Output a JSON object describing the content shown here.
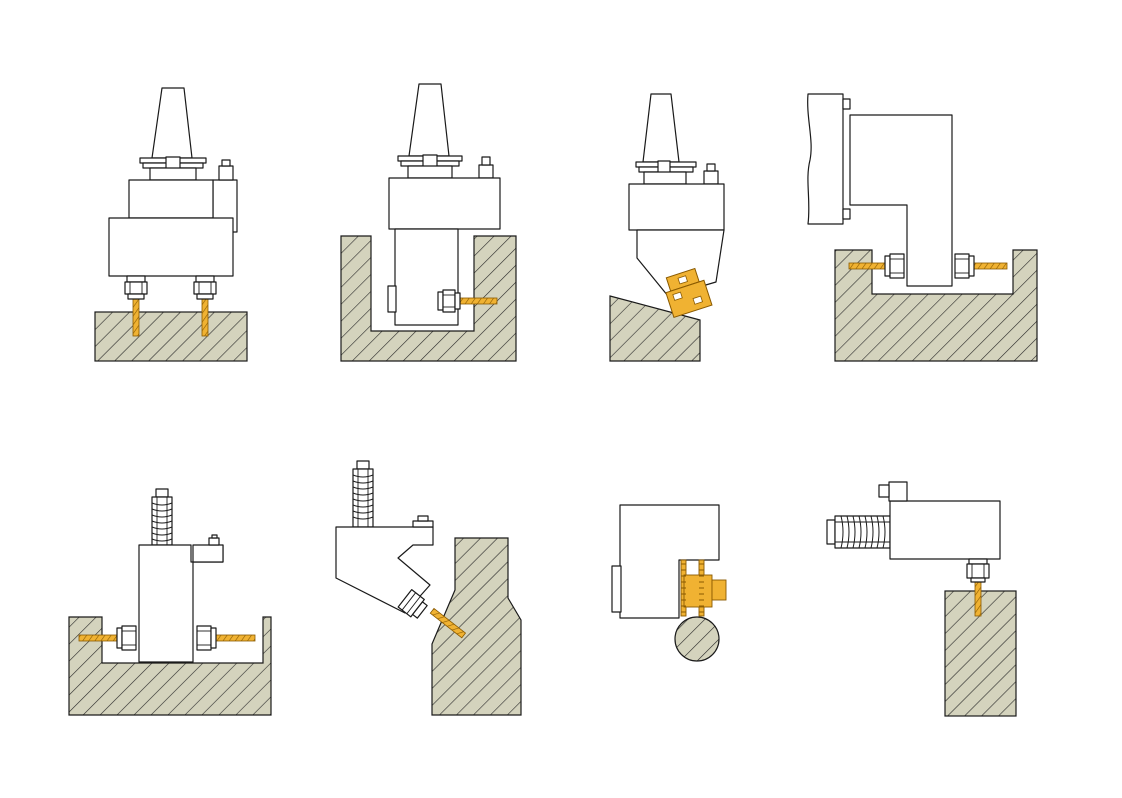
{
  "colors": {
    "background": "#ffffff",
    "outline": "#1a1a1a",
    "workpiece_fill": "#d4d3bd",
    "hatch": "#2a2a2a",
    "tool_orange": "#f0b232",
    "tool_stroke": "#8a5a00",
    "body_fill": "#ffffff"
  },
  "panels": [
    {
      "id": "panel-1",
      "type": "double-spindle-head-vertical-drilling",
      "tools": [
        "drill",
        "drill"
      ]
    },
    {
      "id": "panel-2",
      "type": "angle-head-horizontal-drilling-in-pocket",
      "tools": [
        "drill"
      ]
    },
    {
      "id": "panel-3",
      "type": "inclined-head-milling-on-slope",
      "tools": [
        "milling-cutter"
      ]
    },
    {
      "id": "panel-4",
      "type": "side-mounted-double-horizontal-drilling",
      "tools": [
        "drill",
        "drill"
      ]
    },
    {
      "id": "panel-5",
      "type": "double-horizontal-drilling-in-pocket",
      "tools": [
        "drill",
        "drill"
      ]
    },
    {
      "id": "panel-6",
      "type": "angled-head-drilling-into-wall",
      "tools": [
        "drill"
      ]
    },
    {
      "id": "panel-7",
      "type": "gear-cutter-on-round-stock",
      "tools": [
        "gear-cutter"
      ]
    },
    {
      "id": "panel-8",
      "type": "horizontal-head-vertical-drilling",
      "tools": [
        "drill"
      ]
    }
  ]
}
